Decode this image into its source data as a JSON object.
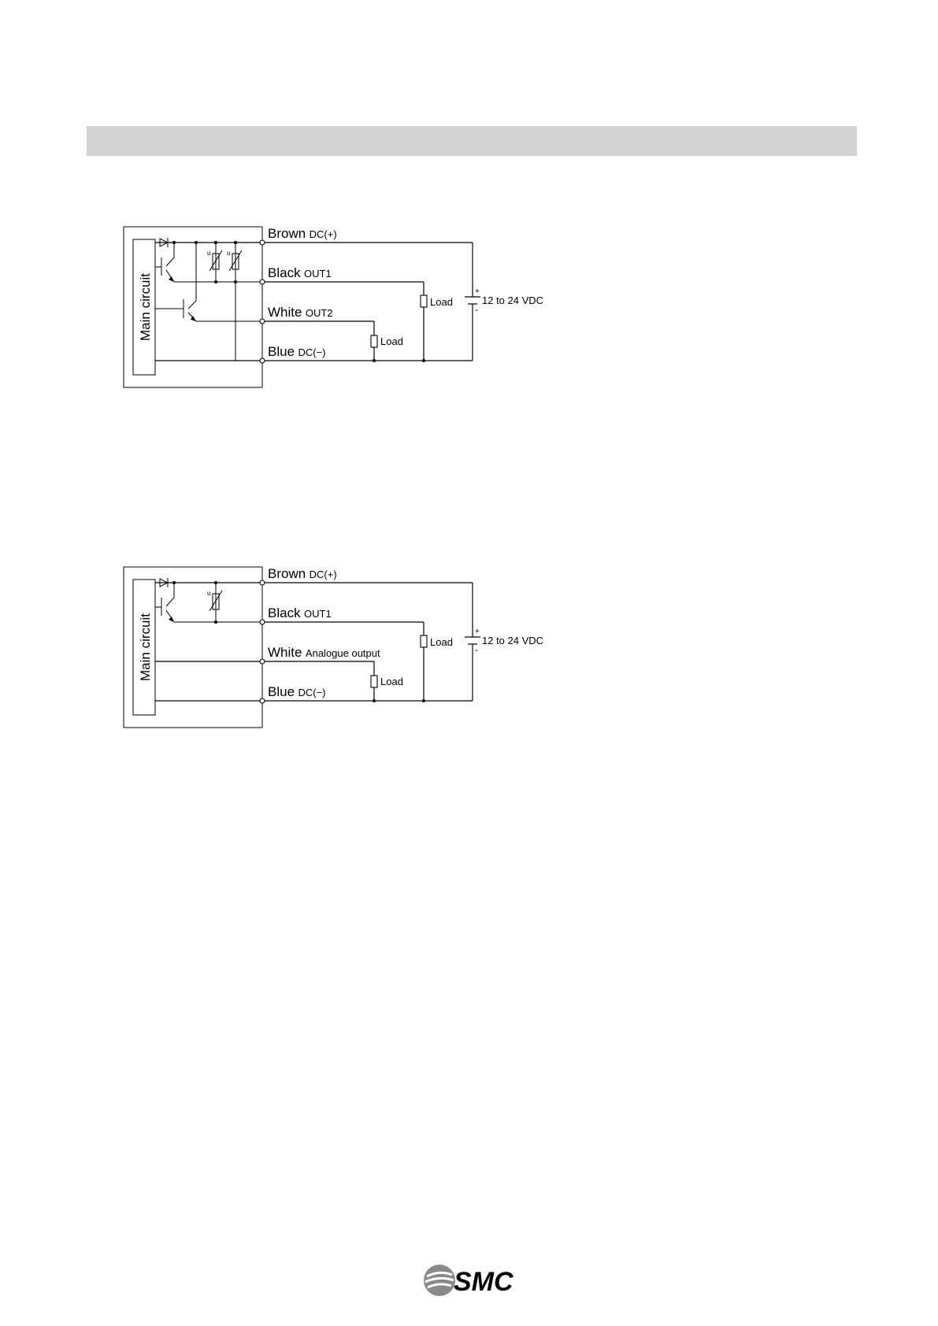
{
  "header": {
    "bar_color": "#d2d2d2"
  },
  "circuit1": {
    "main_circuit_label": "Main circuit",
    "wires": [
      {
        "color": "Brown",
        "signal": "DC(+)"
      },
      {
        "color": "Black",
        "signal": "OUT1"
      },
      {
        "color": "White",
        "signal": "OUT2"
      },
      {
        "color": "Blue",
        "signal": "DC(−)"
      }
    ],
    "load_label_1": "Load",
    "load_label_2": "Load",
    "supply_label": "12 to 24 VDC",
    "plus": "+",
    "minus": "-"
  },
  "circuit2": {
    "main_circuit_label": "Main circuit",
    "wires": [
      {
        "color": "Brown",
        "signal": "DC(+)"
      },
      {
        "color": "Black",
        "signal": "OUT1"
      },
      {
        "color": "White",
        "signal": "Analogue output"
      },
      {
        "color": "Blue",
        "signal": "DC(−)"
      }
    ],
    "load_label_1": "Load",
    "load_label_2": "Load",
    "supply_label": "12 to 24 VDC",
    "plus": "+",
    "minus": "-"
  },
  "footer": {
    "logo_text": "SMC",
    "logo_icon": "smc-logo-icon"
  }
}
